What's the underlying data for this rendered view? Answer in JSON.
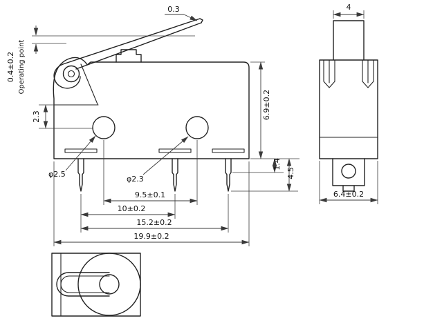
{
  "drawing": {
    "type": "micro-switch dimensional drawing",
    "colors": {
      "line": "#222222",
      "dimension_line": "#3a3a3a",
      "background": "#ffffff"
    },
    "dims": {
      "lever_thickness": "0.3",
      "actuator_width": "4",
      "operating_point_value": "0.4±0.2",
      "operating_point_label": "Operating point",
      "hole_offset": "2.3",
      "body_height": "6.9±0.2",
      "pin_shoulder": "1.4",
      "pin_length": "4.5",
      "hole_left_dia": "φ2.5",
      "hole_right_dia": "φ2.3",
      "hole_spacing": "9.5±0.1",
      "pin_spacing_1_2": "10±0.2",
      "pin_spacing_1_3": "15.2±0.2",
      "body_width": "19.9±0.2",
      "side_width": "6.4±0.2"
    }
  }
}
